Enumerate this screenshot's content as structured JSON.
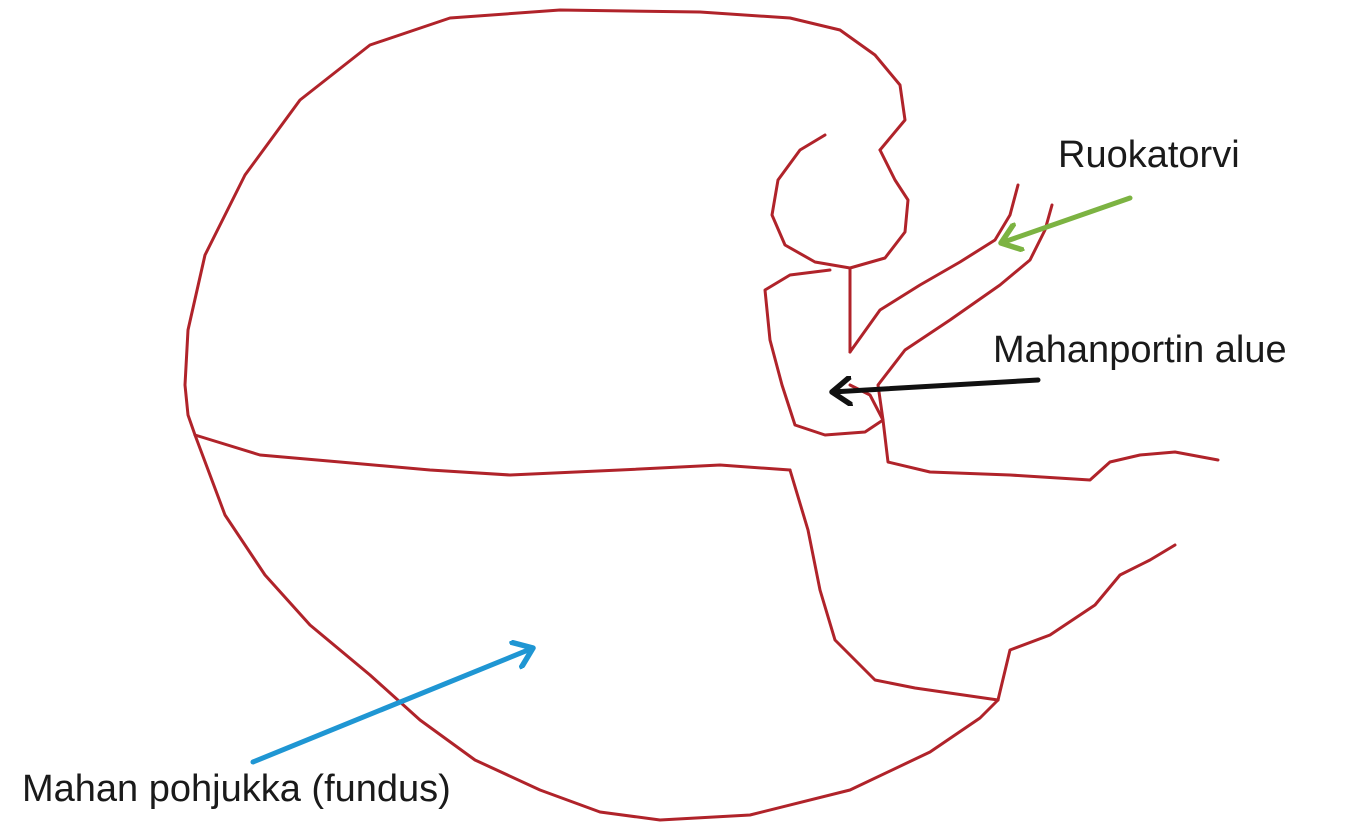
{
  "labels": {
    "esophagus": "Ruokatorvi",
    "cardia_region": "Mahanportin alue",
    "fundus": "Mahan pohjukka (fundus)"
  },
  "colors": {
    "outline": "#b0232a",
    "label_text": "#1a1a1a",
    "arrow_esophagus": "#7cb342",
    "arrow_cardia": "#111111",
    "arrow_fundus": "#1f96d3"
  }
}
